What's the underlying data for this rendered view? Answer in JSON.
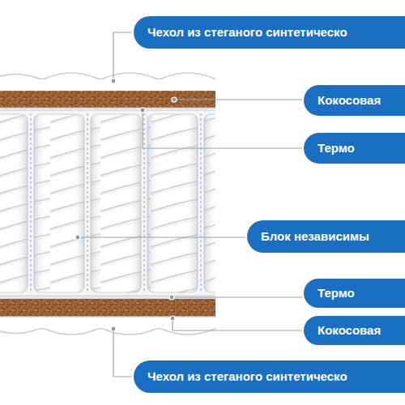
{
  "diagram": {
    "nodes": [
      {
        "text": [
          "Чехол из стеганого синтетическо"
        ]
      },
      {
        "text": [
          "Кокосовая"
        ]
      },
      {
        "text": [
          "Термо"
        ]
      },
      {
        "text": [
          "Блок независимы"
        ]
      },
      {
        "text": [
          "Термо"
        ]
      },
      {
        "text": [
          "Кокосовая"
        ]
      },
      {
        "text": [
          "Чехол из стеганого синтетическо"
        ]
      }
    ]
  }
}
